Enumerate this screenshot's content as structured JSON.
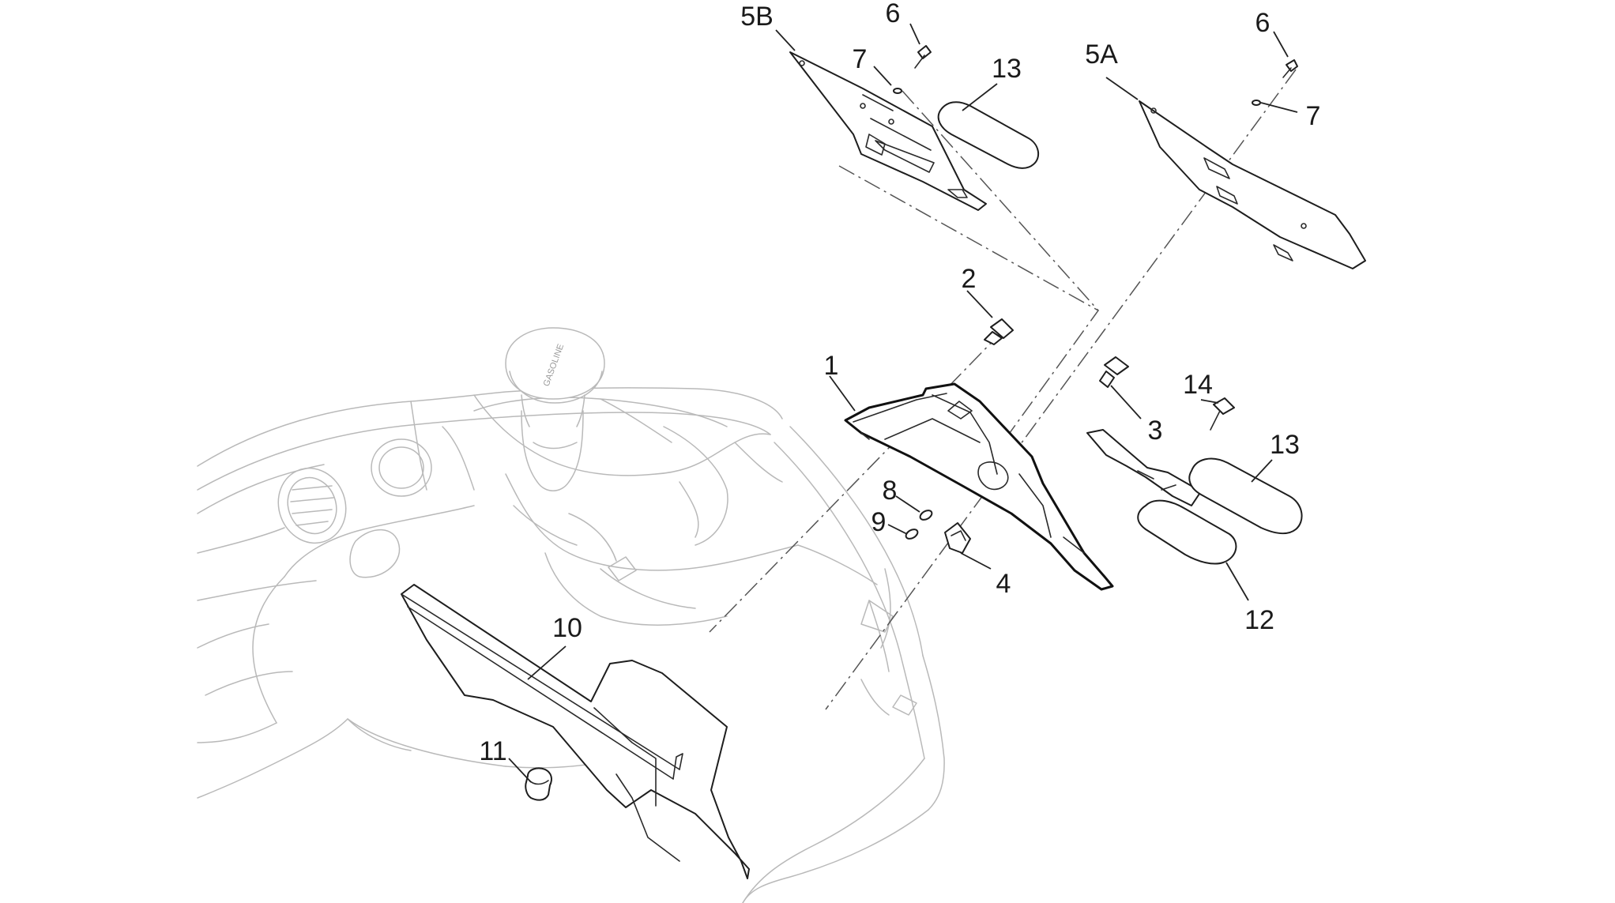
{
  "callouts": {
    "c_5b": "5B",
    "c_6_left": "6",
    "c_7_left": "7",
    "c_13_top": "13",
    "c_5a": "5A",
    "c_6_right": "6",
    "c_7_right": "7",
    "c_2": "2",
    "c_1": "1",
    "c_3": "3",
    "c_14": "14",
    "c_13_right": "13",
    "c_8": "8",
    "c_9": "9",
    "c_4": "4",
    "c_12": "12",
    "c_10": "10",
    "c_11": "11"
  },
  "fuel_cap_stamp": "GASOLINE",
  "colors": {
    "line": "#1e1e1e",
    "body_line": "#b9b9b9",
    "axis": "#555555",
    "background": "#ffffff"
  }
}
